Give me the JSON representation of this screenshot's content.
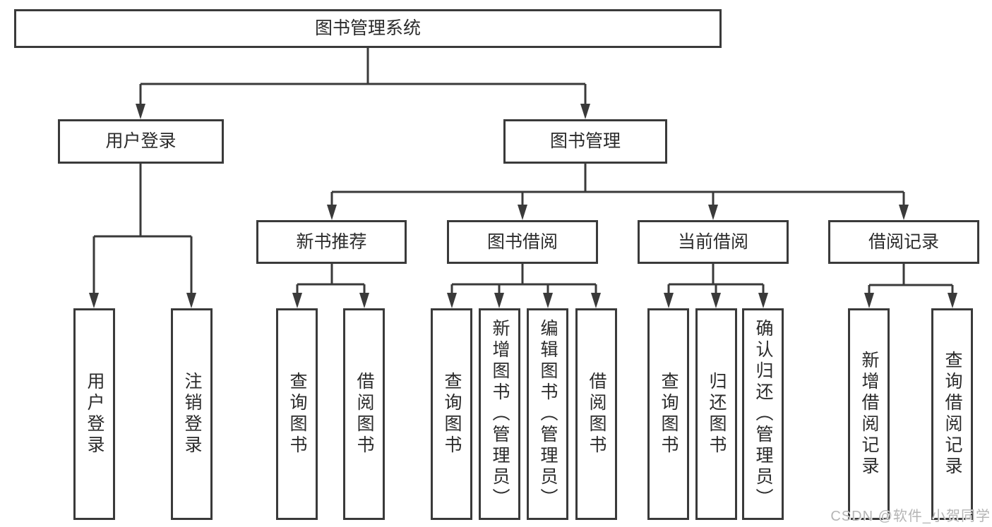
{
  "diagram_title": "图书管理系统",
  "nodes": {
    "root": "图书管理系统",
    "user_login": "用户登录",
    "book_mgmt": "图书管理",
    "new_book_rec": "新书推荐",
    "book_borrow": "图书借阅",
    "current_borrow": "当前借阅",
    "borrow_record": "借阅记录",
    "leaf_user_login": "用户登录",
    "leaf_logout": "注销登录",
    "leaf_nb_query": "查询图书",
    "leaf_nb_borrow": "借阅图书",
    "leaf_bb_query": "查询图书",
    "leaf_bb_add": "新增图书（管理员）",
    "leaf_bb_edit": "编辑图书（管理员）",
    "leaf_bb_borrow": "借阅图书",
    "leaf_cb_query": "查询图书",
    "leaf_cb_return": "归还图书",
    "leaf_cb_confirm": "确认归还（管理员）",
    "leaf_br_add": "新增借阅记录",
    "leaf_br_query": "查询借阅记录"
  },
  "watermark": "CSDN @软件_小贺同学",
  "colors": {
    "line": "#3a3a3a",
    "text": "#2b2b2b",
    "watermark": "#b5b5b5",
    "background": "#ffffff"
  }
}
